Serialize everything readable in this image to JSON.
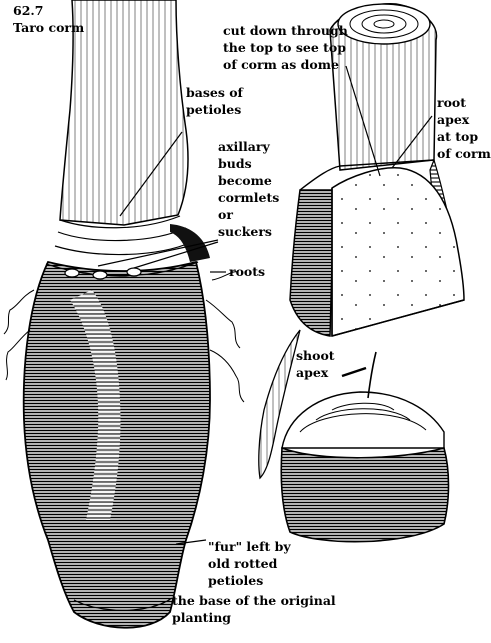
{
  "figure": {
    "number": "62.7",
    "title": "Taro corm"
  },
  "labels": {
    "cut_down": [
      "cut down through",
      "the top to see top",
      "of corm as dome"
    ],
    "root_apex": [
      "root",
      "apex",
      "at top",
      "of corm"
    ],
    "bases_petioles": [
      "bases of",
      "petioles"
    ],
    "axillary_buds": [
      "axillary",
      "buds",
      "become",
      "cormlets",
      "or",
      "suckers"
    ],
    "roots": [
      "roots"
    ],
    "shoot_apex": [
      "shoot",
      "apex"
    ],
    "fur": [
      "\"fur\" left by",
      "old rotted",
      "petioles"
    ],
    "base_planting": [
      "the base of the original",
      "planting"
    ]
  },
  "colors": {
    "ink": "#000000",
    "paper": "#ffffff",
    "shade": "#1a1a1a"
  }
}
